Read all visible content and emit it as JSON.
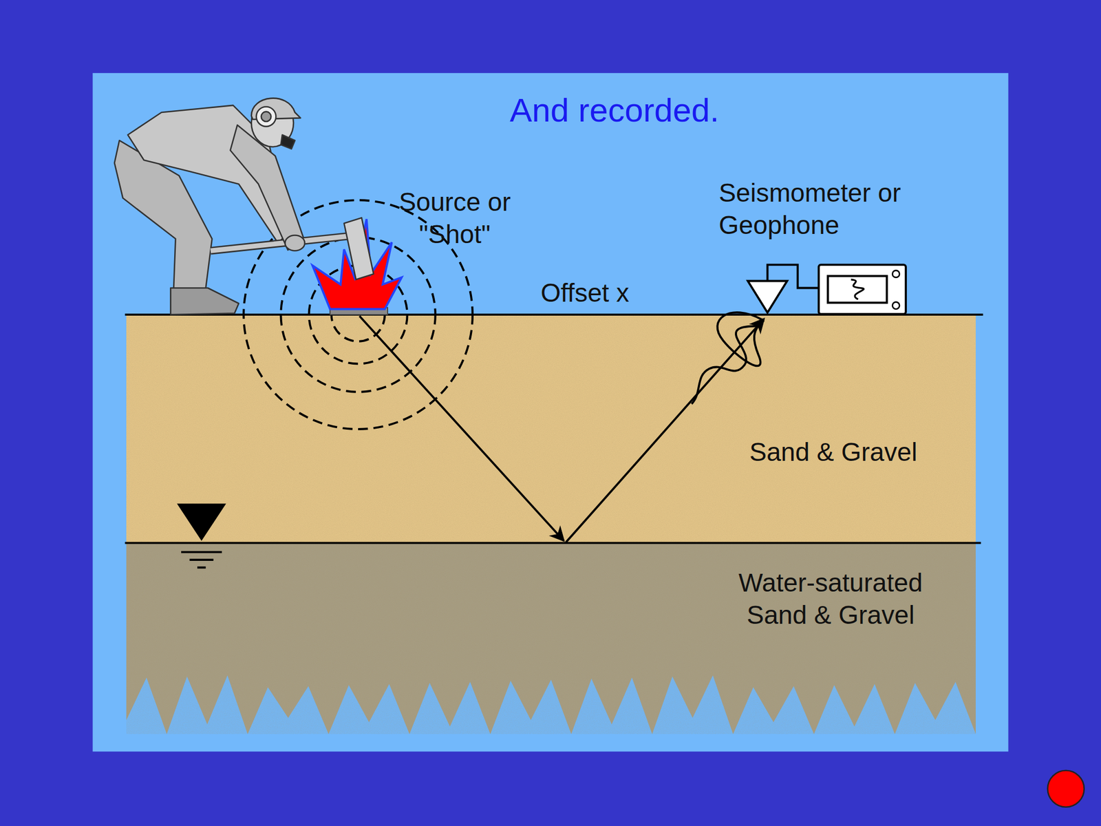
{
  "diagram": {
    "title": "And recorded.",
    "nodes": [
      {
        "text": [
          "Sand & Gravel"
        ]
      },
      {
        "text": [
          "Water-saturated Sand & Gravel"
        ]
      }
    ],
    "labels": [
      "Source or \"Shot\"",
      "Offset x",
      "Seismometer or Geophone"
    ]
  }
}
